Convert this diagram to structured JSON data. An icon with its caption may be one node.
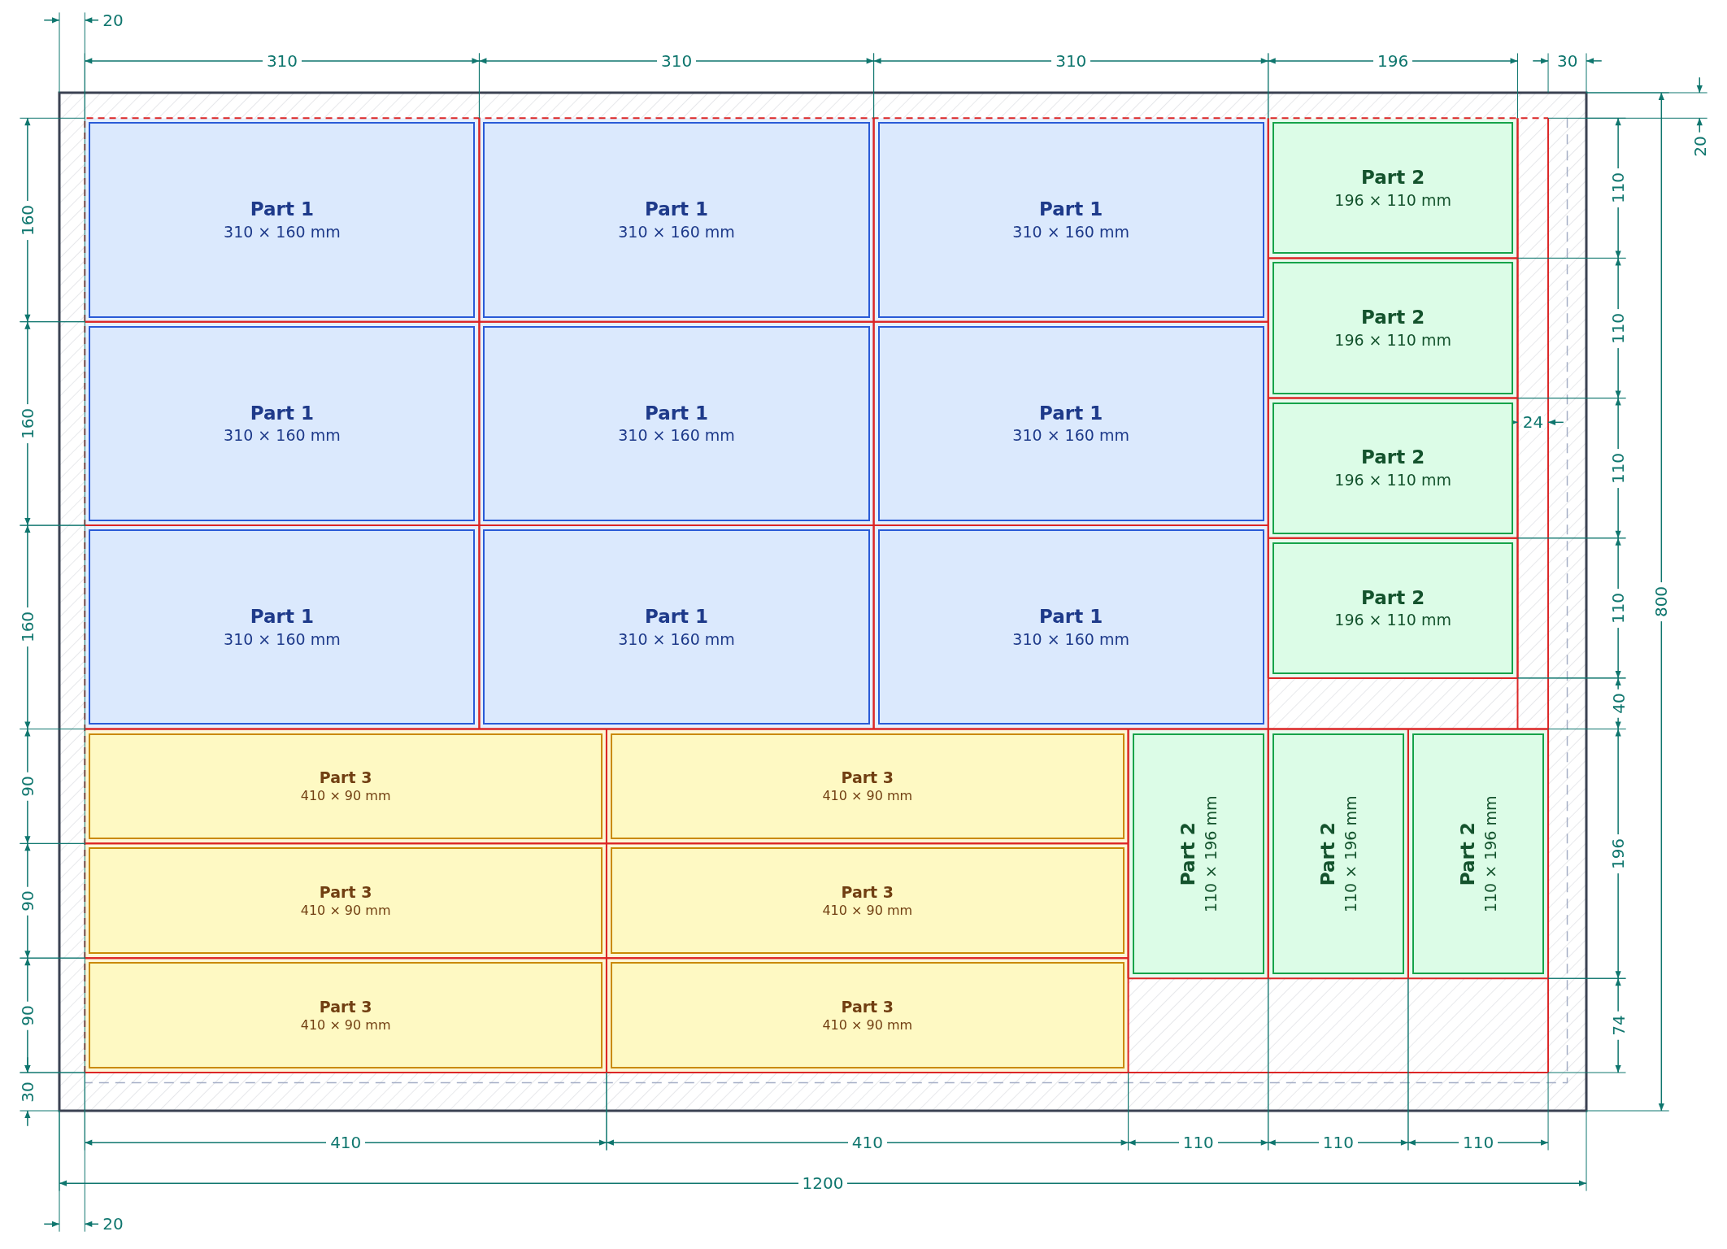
{
  "diagram": {
    "nodes": [
      {
        "text": [
          "Part 1",
          "310 × 160 mm"
        ]
      },
      {
        "text": [
          "Part 1",
          "310 × 160 mm"
        ]
      },
      {
        "text": [
          "Part 1",
          "310 × 160 mm"
        ]
      },
      {
        "text": [
          "Part 2",
          "196 × 110 mm"
        ]
      },
      {
        "text": [
          "Part 2",
          "196 × 110 mm"
        ]
      },
      {
        "text": [
          "Part 1",
          "310 × 160 mm"
        ]
      },
      {
        "text": [
          "Part 1",
          "310 × 160 mm"
        ]
      },
      {
        "text": [
          "Part 1",
          "310 × 160 mm"
        ]
      },
      {
        "text": [
          "Part 2",
          "196 × 110 mm"
        ]
      },
      {
        "text": [
          "Part 1",
          "310 × 160 mm"
        ]
      },
      {
        "text": [
          "Part 1",
          "310 × 160 mm"
        ]
      },
      {
        "text": [
          "Part 1",
          "310 × 160 mm"
        ]
      },
      {
        "text": [
          "Part 2",
          "196 × 110 mm"
        ]
      },
      {
        "text": [
          "Part 3",
          "410 × 90 mm"
        ]
      },
      {
        "text": [
          "Part 3",
          "410 × 90 mm"
        ]
      },
      {
        "text": [
          "Part 2",
          "110 × 196 mm"
        ]
      },
      {
        "text": [
          "Part 2",
          "110 × 196 mm"
        ]
      },
      {
        "text": [
          "Part 2",
          "110 × 196 mm"
        ]
      },
      {
        "text": [
          "Part 3",
          "410 × 90 mm"
        ]
      },
      {
        "text": [
          "Part 3",
          "410 × 90 mm"
        ]
      },
      {
        "text": [
          "Part 3",
          "410 × 90 mm"
        ]
      },
      {
        "text": [
          "Part 3",
          "410 × 90 mm"
        ]
      }
    ],
    "labels": [
      "20",
      "310",
      "310",
      "310",
      "196",
      "30",
      "20",
      "160",
      "110",
      "110",
      "160",
      "24",
      "110",
      "800",
      "160",
      "110",
      "40",
      "90",
      "196",
      "90",
      "90",
      "74",
      "30",
      "410",
      "410",
      "110",
      "110",
      "110",
      "1200",
      "20"
    ]
  }
}
